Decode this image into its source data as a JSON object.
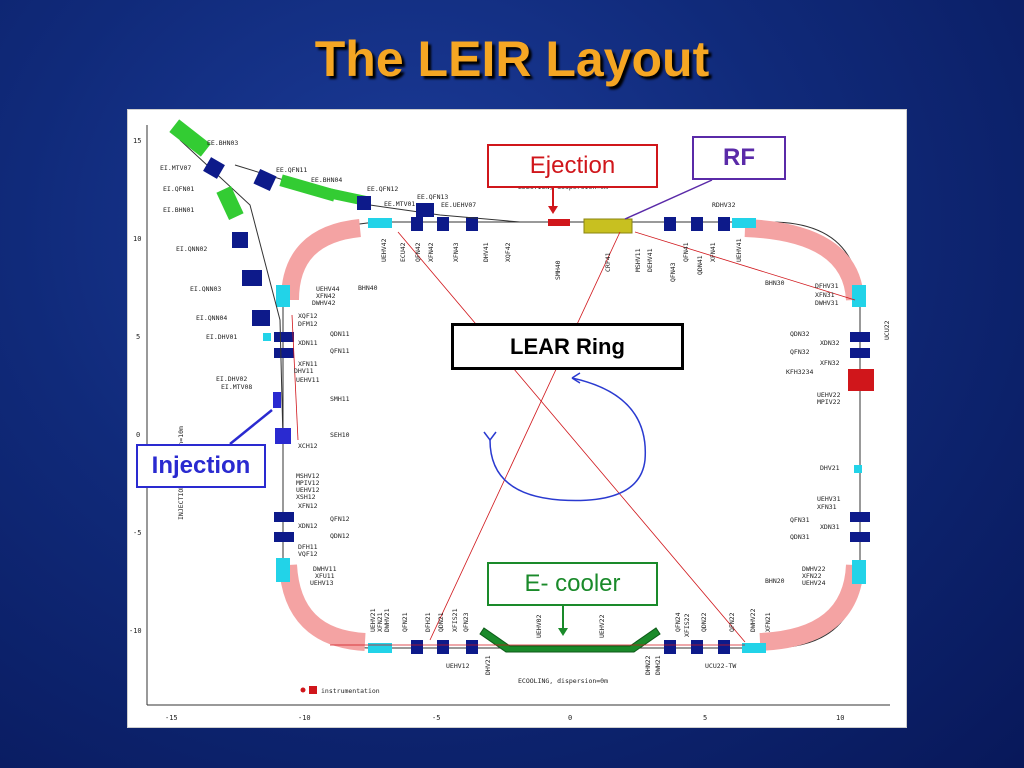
{
  "slide": {
    "title": "The LEIR Layout"
  },
  "callouts": {
    "ejection": "Ejection",
    "rf": "RF",
    "lear_ring": "LEAR Ring",
    "e_cooler": "E- cooler",
    "injection": "Injection"
  },
  "axes": {
    "x_ticks": [
      "-15",
      "-10",
      "-5",
      "0",
      "5",
      "10"
    ],
    "y_ticks": [
      "15",
      "10",
      "5",
      "0",
      "-5",
      "-10"
    ]
  },
  "footnotes": {
    "legend": "instrumentation",
    "bottom_caption": "ECOOLING, dispersion=0m",
    "left_caption": "INJECTION,dispersion=10m",
    "top_caption": "EJECTION, dispersion=0m"
  },
  "element_labels": {
    "transfer_line": [
      "EE.BHN03",
      "EE.QFN11",
      "EE.BHN04",
      "EE.QFN12",
      "EE.MTV01",
      "EE.QFN13",
      "EE.UEHV07",
      "EI.MTV07",
      "EI.QFN01",
      "EI.BHN01",
      "EI.QNN02",
      "EI.QNN03",
      "EI.QNN04",
      "EI.DHV01",
      "EI.DHV02",
      "EI.MTV08"
    ],
    "left_side": [
      "UEHV44",
      "XFN42",
      "DWHV42",
      "XQF12",
      "DFM12",
      "QDN11",
      "XDN11",
      "QFN11",
      "XFN11",
      "DHV11",
      "UEHV11",
      "SMH11",
      "SEH10",
      "XCH12",
      "MPIV12",
      "MSHV12",
      "UEHV12",
      "XSH12",
      "XFN12",
      "QFN12",
      "XDN12",
      "QDN12",
      "DFH11",
      "VQF12",
      "DWHV11",
      "XFU11",
      "UEHV13"
    ],
    "right_side": [
      "RDHV32",
      "BHN30",
      "DFHV31",
      "XFN31",
      "DWHV31",
      "UCU22",
      "QDN32",
      "XDN32",
      "QFN32",
      "XFN32",
      "KFH3234",
      "UEHV22",
      "MPIV22",
      "DHV21",
      "UEHV31",
      "XFN31",
      "QFN31",
      "XDN31",
      "QDN31",
      "DWHV22",
      "XFN22",
      "UEHV24",
      "BHN20"
    ],
    "bottom_side": [
      "UEHV21",
      "XFN21",
      "DWHV21",
      "QFN21",
      "QDN21",
      "QFN23",
      "UEHV12",
      "DHV21",
      "DFH21",
      "XFIS21",
      "UEHV02",
      "UEHV22",
      "QFN24",
      "QDN22",
      "QFN22",
      "XFIS22",
      "DWHV22",
      "XFN21",
      "UCU22-TW",
      "DHN22",
      "DWH21"
    ],
    "top_side": [
      "UEHV41",
      "XFN41",
      "QFN41",
      "QDN41",
      "QFN43",
      "XFN43",
      "UEHV42",
      "QFN42",
      "XFN42",
      "DHV41",
      "SMH40",
      "CRF41",
      "MSHV11",
      "DEHV41",
      "XQF42",
      "BHN40",
      "ECU42"
    ]
  },
  "colors": {
    "title": "#f5a623",
    "ejection": "#d0161b",
    "rf": "#5a2aa8",
    "cooler": "#1a8a2a",
    "injection": "#2a2ad0",
    "dipole": "#f4a3a3",
    "quad": "#0d1a8a",
    "cyan": "#22d3e8",
    "green": "#33cc33"
  }
}
